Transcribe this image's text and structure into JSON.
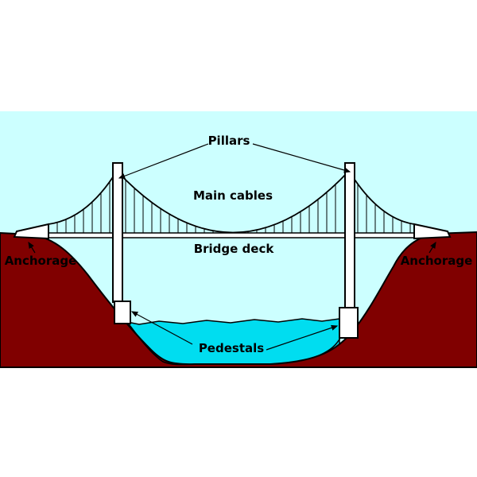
{
  "labels": {
    "pillars": "Pillars",
    "main_cables": "Main cables",
    "bridge_deck": "Bridge deck",
    "anchorage_left": "Anchorage",
    "anchorage_right": "Anchorage",
    "pedestals": "Pedestals"
  },
  "colors": {
    "sky": "#ccffff",
    "ground": "#800000",
    "water": "#00ddf0",
    "structure": "#ffffff",
    "outline": "#000000"
  }
}
